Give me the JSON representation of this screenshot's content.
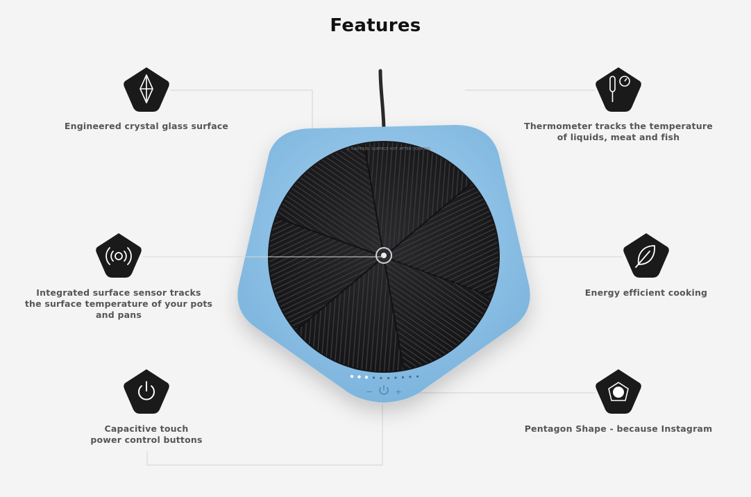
{
  "title": "Features",
  "features": [
    {
      "id": "crystal",
      "icon": "crystal-diamond-icon",
      "lines": [
        "Engineered crystal glass surface"
      ]
    },
    {
      "id": "thermometer",
      "icon": "thermometer-gauge-icon",
      "lines": [
        "Thermometer tracks the temperature",
        "of liquids, meat and fish"
      ]
    },
    {
      "id": "sensor",
      "icon": "surface-sensor-icon",
      "lines": [
        "Integrated surface sensor tracks",
        "the surface temperature of your pots",
        "and pans"
      ]
    },
    {
      "id": "energy",
      "icon": "leaf-icon",
      "lines": [
        "Energy efficient cooking"
      ]
    },
    {
      "id": "power",
      "icon": "power-icon",
      "lines": [
        "Capacitive touch",
        "power control buttons"
      ]
    },
    {
      "id": "pentagon",
      "icon": "pentagon-shape-icon",
      "lines": [
        "Pentagon Shape - because Instagram"
      ]
    }
  ],
  "device": {
    "caution_text": "⚠ CAUTION: SURFACE HOT AFTER COOKING",
    "body_color": "#8fc3e6",
    "plate_color": "#1f1f21",
    "minus_label": "−",
    "plus_label": "+"
  },
  "colors": {
    "badge": "#1b1a1b",
    "line": "#cfcfcf",
    "text": "#555555"
  }
}
